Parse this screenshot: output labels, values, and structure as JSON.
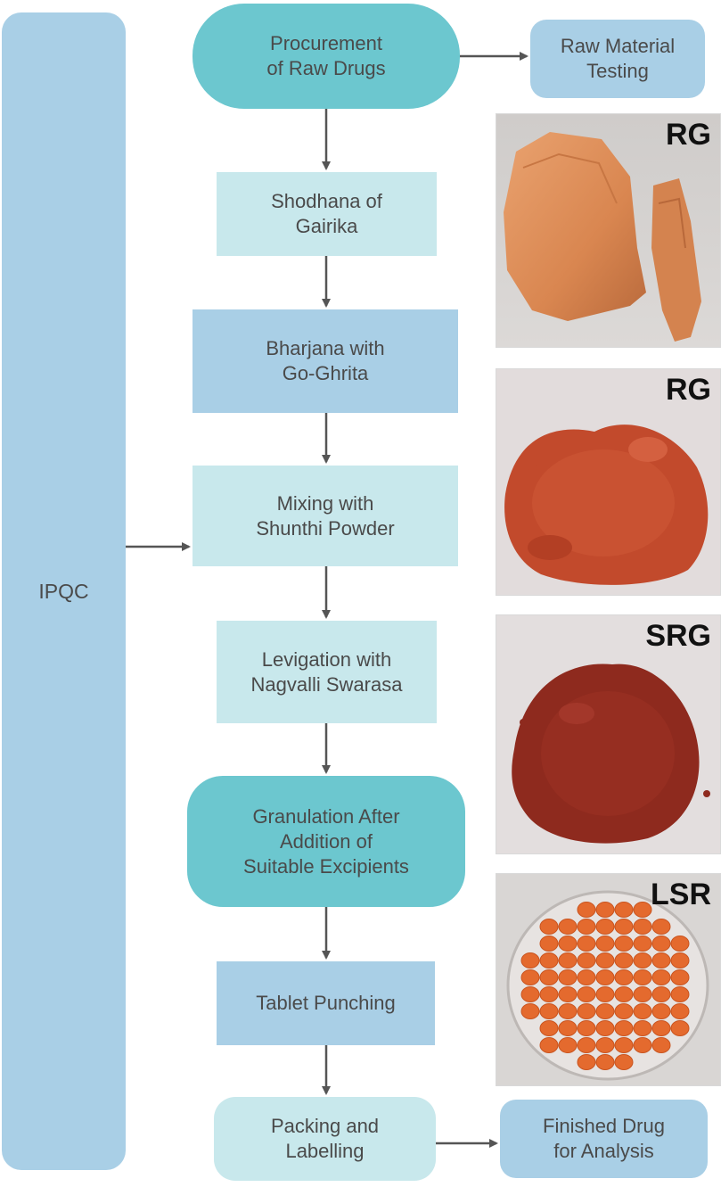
{
  "sidebar": {
    "label": "IPQC"
  },
  "steps": {
    "procurement": "Procurement\nof Raw Drugs",
    "raw_testing": "Raw Material\nTesting",
    "shodhana": "Shodhana of\nGairika",
    "bharjana": "Bharjana with\nGo-Ghrita",
    "mixing": "Mixing with\nShunthi Powder",
    "levigation": "Levigation with\nNagvalli Swarasa",
    "granulation": "Granulation After\nAddition of\nSuitable Excipients",
    "tablet": "Tablet Punching",
    "packing": "Packing and\nLabelling",
    "finished": "Finished Drug\nfor Analysis"
  },
  "photos": [
    {
      "tag": "RG",
      "subject": "raw gairika stone chunks"
    },
    {
      "tag": "RG",
      "subject": "red ochre powder"
    },
    {
      "tag": "SRG",
      "subject": "dark red powder"
    },
    {
      "tag": "LSR",
      "subject": "orange tablets in petri dish"
    }
  ],
  "colors": {
    "light": "#c8e8ec",
    "mid": "#a9cfe6",
    "teal": "#6cc7cf",
    "arrow": "#555555"
  }
}
